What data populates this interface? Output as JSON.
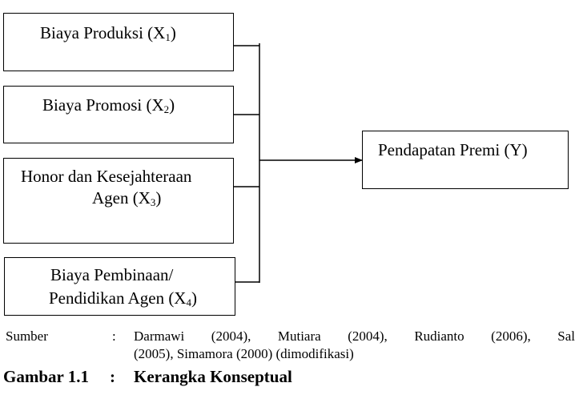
{
  "diagram": {
    "inputs": [
      {
        "id": "x1",
        "text": "Biaya Produksi (X",
        "sub": "1",
        "tail": ")"
      },
      {
        "id": "x2",
        "text": "Biaya Promosi (X",
        "sub": "2",
        "tail": ")"
      },
      {
        "id": "x3",
        "line1": "Honor dan Kesejahteraan",
        "text": "Agen (X",
        "sub": "3",
        "tail": ")"
      },
      {
        "id": "x4",
        "line1": "Biaya Pembinaan/",
        "text": "Pendidikan Agen (X",
        "sub": "4",
        "tail": ")"
      }
    ],
    "output": {
      "text": "Pendapatan Premi (Y)"
    }
  },
  "source": {
    "label": "Sumber",
    "colon": ":",
    "line1_words": [
      "Darmawi",
      "(2004),",
      "Mutiara",
      "(2004),",
      "Rudianto",
      "(2006),",
      "Sal"
    ],
    "line2": "(2005), Simamora (2000) (dimodifikasi)"
  },
  "figure": {
    "label": "Gambar 1.1",
    "colon": ":",
    "title": "Kerangka Konseptual"
  }
}
